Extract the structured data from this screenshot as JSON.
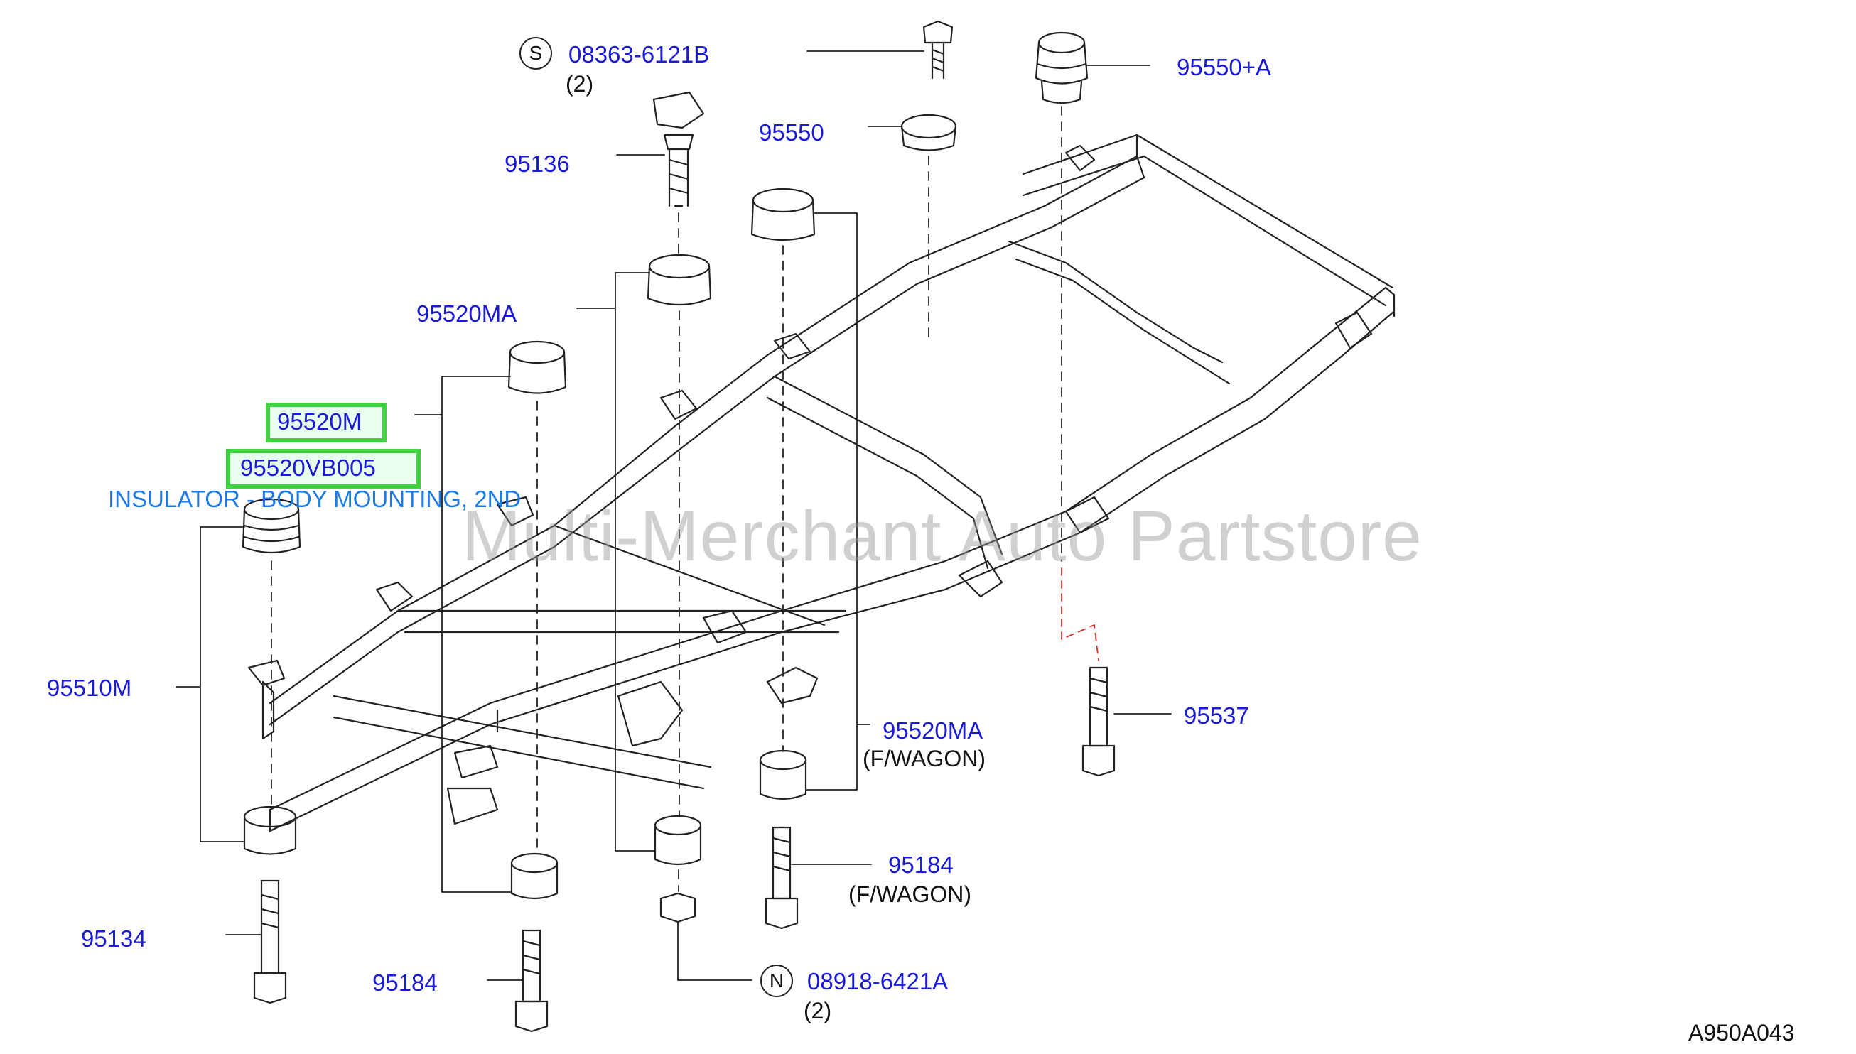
{
  "watermark": "Multi-Merchant Auto Partstore",
  "diagram_code": "A950A043",
  "description": "INSULATOR - BODY MOUNTING, 2ND",
  "highlight_color": "#3fd43f",
  "label_color": "#1a1ad8",
  "callouts": {
    "p08363": "08363-6121B",
    "p08363_qty": "(2)",
    "p08363_symbol": "S",
    "p95550a": "95550+A",
    "p95550": "95550",
    "p95136": "95136",
    "p95520ma_top": "95520MA",
    "p95520m": "95520M",
    "p95520vb005": "95520VB005",
    "p95510m": "95510M",
    "p95537": "95537",
    "p95520ma_bottom": "95520MA",
    "p95520ma_bottom_note": "(F/WAGON)",
    "p95184_right": "95184",
    "p95184_right_note": "(F/WAGON)",
    "p95134": "95134",
    "p95184_left": "95184",
    "p08918": "08918-6421A",
    "p08918_qty": "(2)",
    "p08918_symbol": "N"
  }
}
